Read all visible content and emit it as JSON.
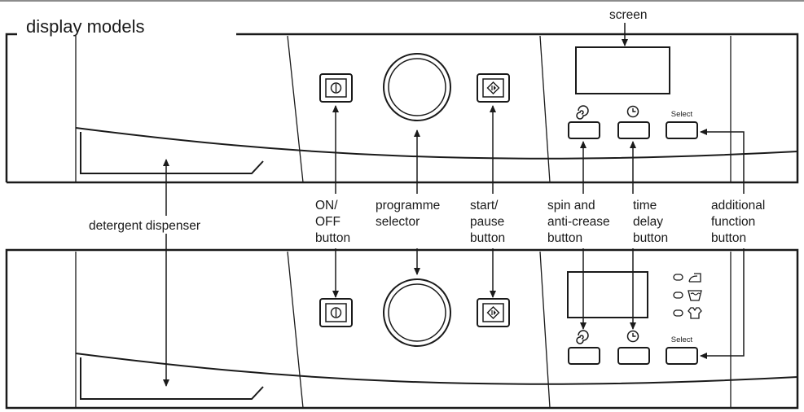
{
  "header": {
    "title": "display models"
  },
  "labels": {
    "screen": "screen",
    "on_off": [
      "ON/",
      "OFF",
      "button"
    ],
    "programme": [
      "programme",
      "selector"
    ],
    "start_pause": [
      "start/",
      "pause",
      "button"
    ],
    "spin": [
      "spin and",
      "anti-crease",
      "button"
    ],
    "time_delay": [
      "time",
      "delay",
      "button"
    ],
    "additional": [
      "additional",
      "function",
      "button"
    ],
    "detergent": "detergent dispenser"
  },
  "buttons": {
    "select_label": "Select"
  },
  "icons": {
    "power": "power-icon",
    "start": "start-pause-icon",
    "spin": "spin-icon",
    "clock": "clock-icon",
    "options": [
      "iron-icon",
      "wash-tub-icon",
      "shirt-icon"
    ]
  }
}
